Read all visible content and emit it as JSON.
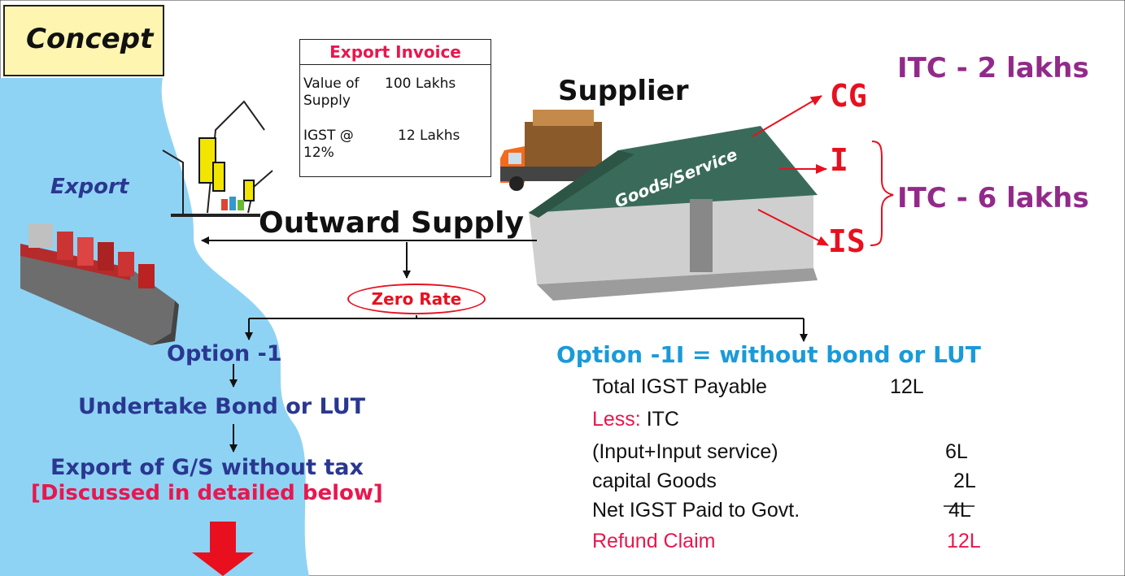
{
  "concept_label": "Concept",
  "invoice": {
    "title": "Export Invoice",
    "rows": [
      {
        "label": "Value of\nSupply",
        "value": "100 Lakhs"
      },
      {
        "label": "IGST @\n12%",
        "value": "12 Lakhs"
      }
    ]
  },
  "supplier_label": "Supplier",
  "warehouse_label": "Goods/Service",
  "export_label": "Export",
  "outward_supply_label": "Outward Supply",
  "zero_rate_label": "Zero Rate",
  "branches": {
    "cg": "CG",
    "i": "I",
    "is": "IS",
    "itc_cg": "ITC - 2 lakhs",
    "itc_i_is": "ITC - 6 lakhs"
  },
  "option1": {
    "title": "Option -1",
    "step1": "Undertake Bond or LUT",
    "step2": "Export of G/S without tax",
    "note": "[Discussed in detailed below]"
  },
  "option2": {
    "title": "Option -1I = without bond or LUT",
    "rows": [
      {
        "label": "Total IGST Payable",
        "value": "12L"
      },
      {
        "label": "Less:",
        "label_extra": "ITC",
        "value": ""
      },
      {
        "label": "(Input+Input service)",
        "value": "6L"
      },
      {
        "label": "capital Goods",
        "value": "2L"
      },
      {
        "label": "Net IGST Paid to Govt.",
        "value": "4L"
      },
      {
        "label": "Refund Claim",
        "value": "12L"
      }
    ]
  },
  "colors": {
    "sea": "#8fd3f4",
    "red": "#e8101f",
    "pink": "#e8174e",
    "purple": "#922a8a",
    "navy": "#2a3791",
    "cyan": "#1a9ad9",
    "warehouse_roof": "#3a6b5a"
  }
}
